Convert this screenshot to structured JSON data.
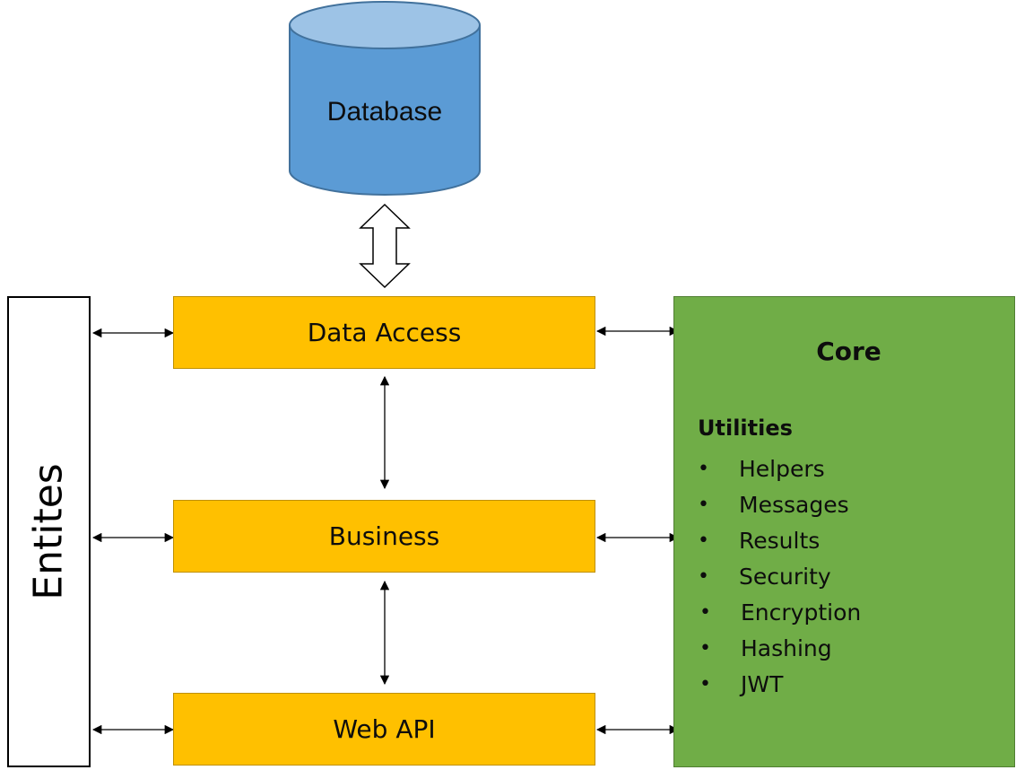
{
  "database": {
    "label": "Database"
  },
  "entities": {
    "label": "Entites"
  },
  "layers": [
    {
      "label": "Data Access"
    },
    {
      "label": "Business"
    },
    {
      "label": "Web API"
    }
  ],
  "core": {
    "title": "Core",
    "subtitle": "Utilities",
    "items": [
      "Helpers",
      "Messages",
      "Results",
      "Security"
    ],
    "security_items": [
      "Encryption",
      "Hashing",
      "JWT"
    ]
  },
  "colors": {
    "database_fill": "#5b9bd5",
    "database_top": "#9dc3e6",
    "layer_fill": "#ffc000",
    "core_fill": "#70ad47"
  }
}
